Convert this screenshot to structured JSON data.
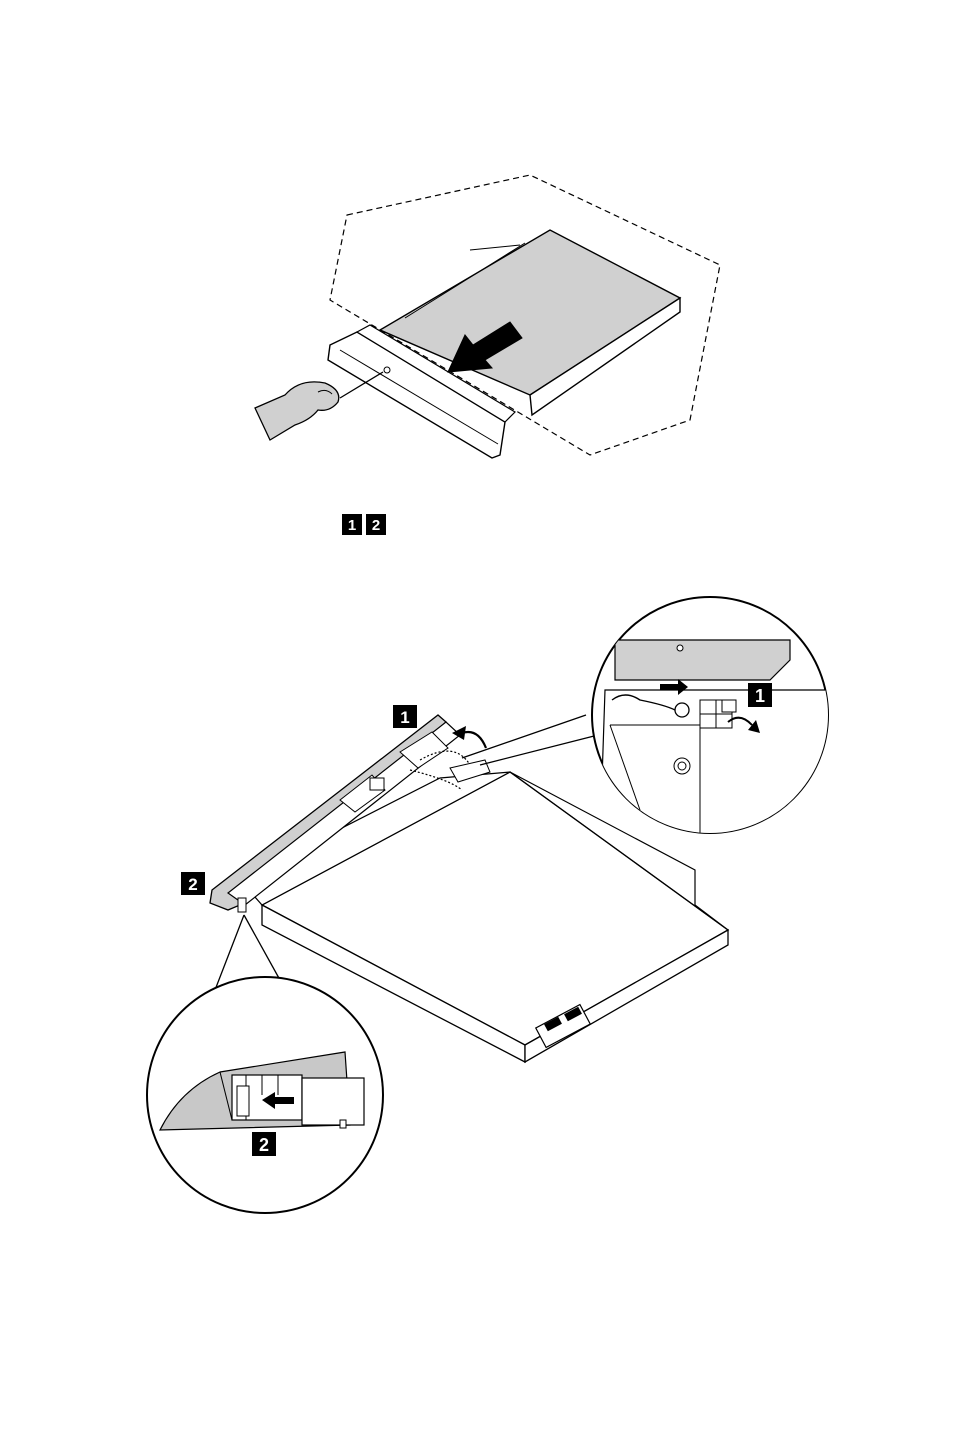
{
  "step_labels": {
    "inline_1": "1",
    "inline_2": "2",
    "callout_1": "1",
    "callout_2": "2",
    "detail_1": "1",
    "detail_2": "2"
  },
  "colors": {
    "stroke": "#000000",
    "gray_fill": "#d0d0d0",
    "dark_gray": "#9a9a9a",
    "background": "#ffffff",
    "label_box": "#000000"
  },
  "icons": {
    "hand": "hand-with-pin-icon",
    "arrow_pull": "pull-arrow-icon",
    "arrow_rotate": "rotate-arrow-icon"
  }
}
